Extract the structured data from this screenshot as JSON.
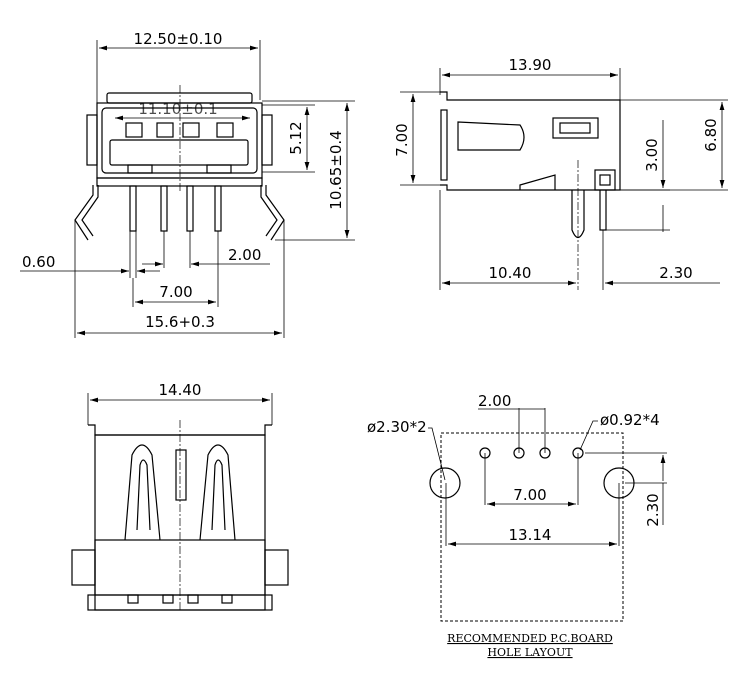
{
  "front_view": {
    "width_dim": "12.50±0.10",
    "inner_width_dim": "11.10±0.1",
    "opening_height_dim": "5.12",
    "overall_height_dim": "10.65±0.4",
    "pin_width_dim": "0.60",
    "pin_pitch_dim": "2.00",
    "pin_span_dim": "7.00",
    "overall_width_dim": "15.6+0.3"
  },
  "side_view": {
    "length_dim": "13.90",
    "height_dim": "7.00",
    "pin_height_dim": "3.00",
    "body_height_dim": "6.80",
    "pin_offset_dim": "10.40",
    "rear_offset_dim": "2.30"
  },
  "bottom_view": {
    "width_dim": "14.40"
  },
  "pcb_layout": {
    "pitch_dim": "2.00",
    "large_hole_callout": "ø2.30*2",
    "small_hole_callout": "ø0.92*4",
    "pin_span_dim": "7.00",
    "mount_span_dim": "13.14",
    "row_offset_dim": "2.30",
    "title_line1": "RECOMMENDED   P.C.BOARD",
    "title_line2": "HOLE  LAYOUT"
  }
}
